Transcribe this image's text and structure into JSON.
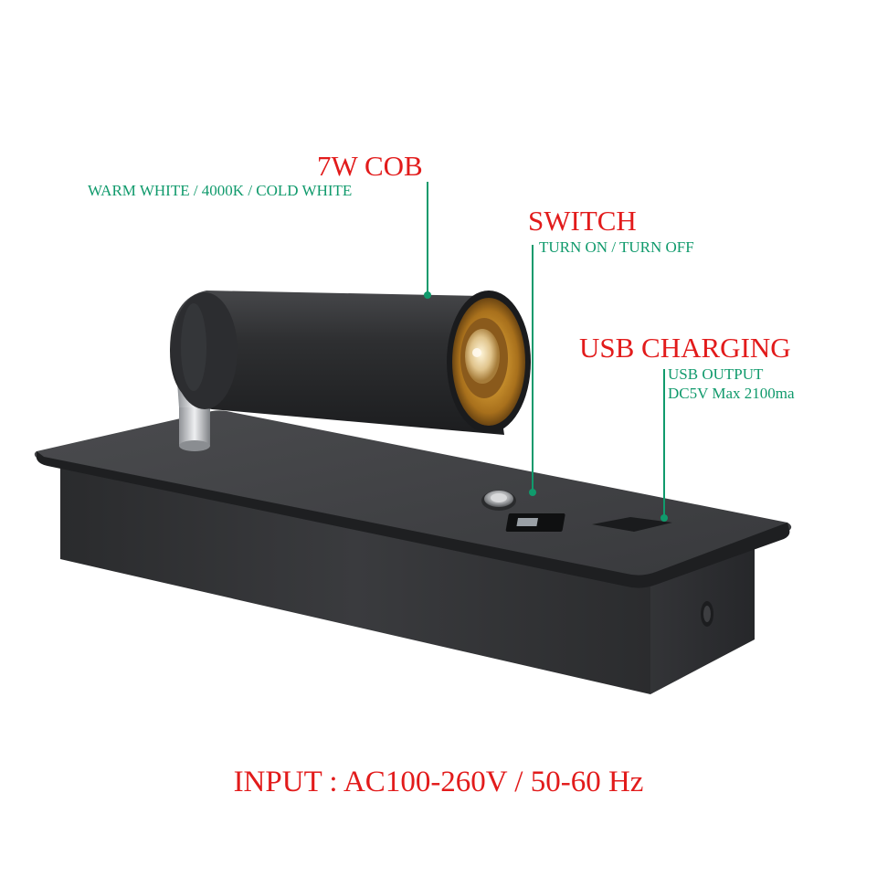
{
  "callouts": {
    "cob": {
      "title": "7W COB",
      "subtitle": "WARM WHITE / 4000K / COLD WHITE"
    },
    "switch": {
      "title": "SWITCH",
      "subtitle": "TURN ON / TURN OFF"
    },
    "usb": {
      "title": "USB CHARGING",
      "subtitle_line1": "USB OUTPUT",
      "subtitle_line2": "DC5V Max 2100ma"
    }
  },
  "footer": {
    "input": "INPUT : AC100-260V / 50-60 Hz"
  },
  "colors": {
    "title_red": "#e21b1b",
    "subtitle_green": "#109a6c",
    "leader_green": "#109a6c",
    "body_dark": "#2e2f31",
    "lens_gold": "#c9912e"
  }
}
